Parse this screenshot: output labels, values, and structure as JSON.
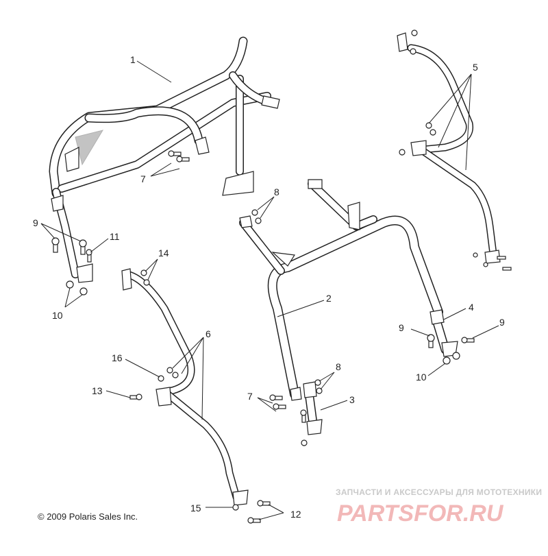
{
  "callouts": [
    "1",
    "2",
    "3",
    "4",
    "5",
    "6",
    "7",
    "8",
    "9",
    "10",
    "11",
    "12",
    "13",
    "14",
    "15",
    "16"
  ],
  "copyright": "© 2009 Polaris Sales Inc.",
  "watermark": {
    "tagline": "ЗАПЧАСТИ И АКСЕССУАРЫ ДЛЯ МОТОТЕХНИКИ",
    "logo_text": "PARTSFOR.RU"
  }
}
